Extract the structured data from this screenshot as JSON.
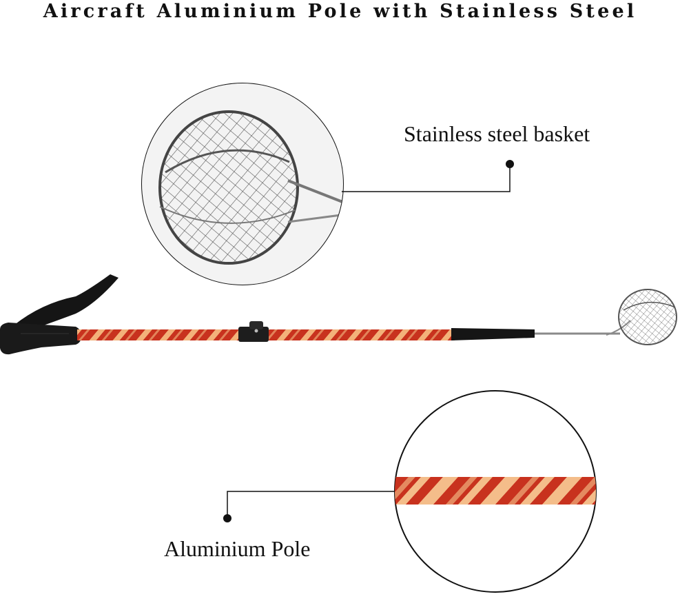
{
  "title": "Aircraft Aluminium Pole with Stainless Steel",
  "callouts": {
    "basket": "Stainless steel basket",
    "pole": "Aluminium Pole"
  },
  "colors": {
    "pole_red": "#c8321e",
    "pole_stripe": "#f3b27a",
    "grip_black": "#1a1a1a",
    "steel": "#8a8a8a",
    "line": "#111111"
  }
}
